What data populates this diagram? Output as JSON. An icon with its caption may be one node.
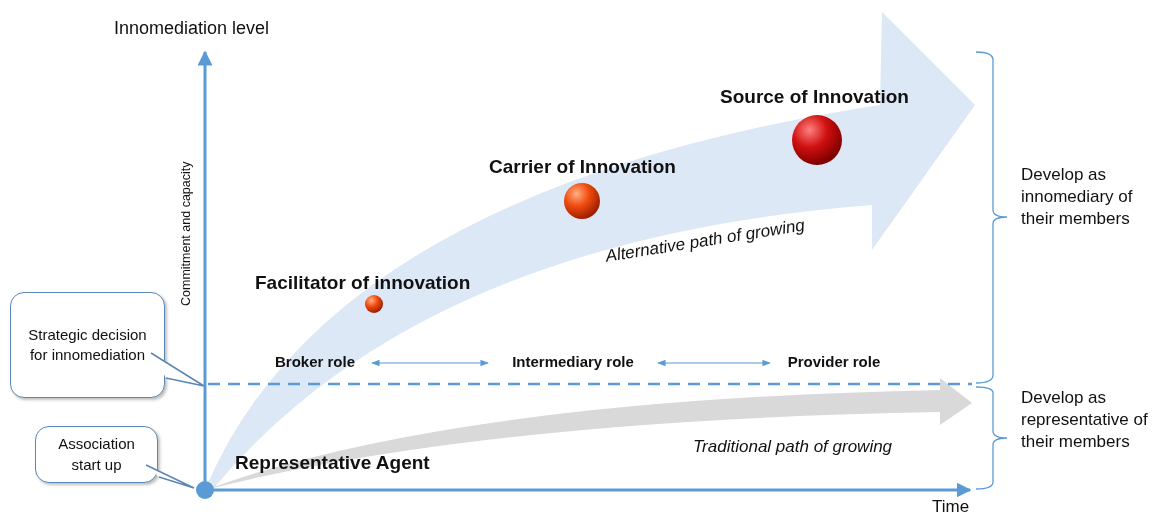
{
  "diagram": {
    "nodes": [
      {
        "text": [
          "Strategic decision for innomediation"
        ]
      },
      {
        "text": [
          "Association start up"
        ]
      },
      {
        "text": [
          "Broker role"
        ]
      },
      {
        "text": [
          "Intermediary role"
        ]
      },
      {
        "text": [
          "Provider role"
        ]
      }
    ],
    "edges": [
      {
        "from": 2,
        "to": 3,
        "arrow": "both"
      },
      {
        "from": 3,
        "to": 4,
        "arrow": "both"
      }
    ],
    "labels": [
      "Innomediation level",
      "Commitment and capacity",
      "Source of Innovation",
      "Carrier of Innovation",
      "Alternative path of growing",
      "Facilitator of innovation",
      "Develop as innomediary of their members",
      "Develop as representative of their members",
      "Traditional path of growing",
      "Representative Agent",
      "Time"
    ]
  }
}
